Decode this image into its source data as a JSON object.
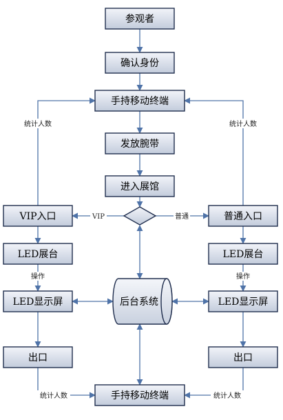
{
  "nodes": {
    "visitor": "参观者",
    "verify_identity": "确认身份",
    "handheld_terminal_top": "手持移动终端",
    "issue_wristband": "发放腕带",
    "enter_hall": "进入展馆",
    "vip_entrance": "VIP入口",
    "regular_entrance": "普通入口",
    "led_booth_left": "LED展台",
    "led_booth_right": "LED展台",
    "led_display_left": "LED显示屏",
    "led_display_right": "LED显示屏",
    "backend_system": "后台系统",
    "exit_left": "出口",
    "exit_right": "出口",
    "handheld_terminal_bottom": "手持移动终端"
  },
  "edge_labels": {
    "count_left_top": "统计人数",
    "count_right_top": "统计人数",
    "vip": "VIP",
    "regular": "普通",
    "operate_left": "操作",
    "operate_right": "操作",
    "count_left_bottom": "统计人数",
    "count_right_bottom": "统计人数"
  },
  "colors": {
    "box_border": "#1f2d4d",
    "arrow": "#4f73a8"
  }
}
